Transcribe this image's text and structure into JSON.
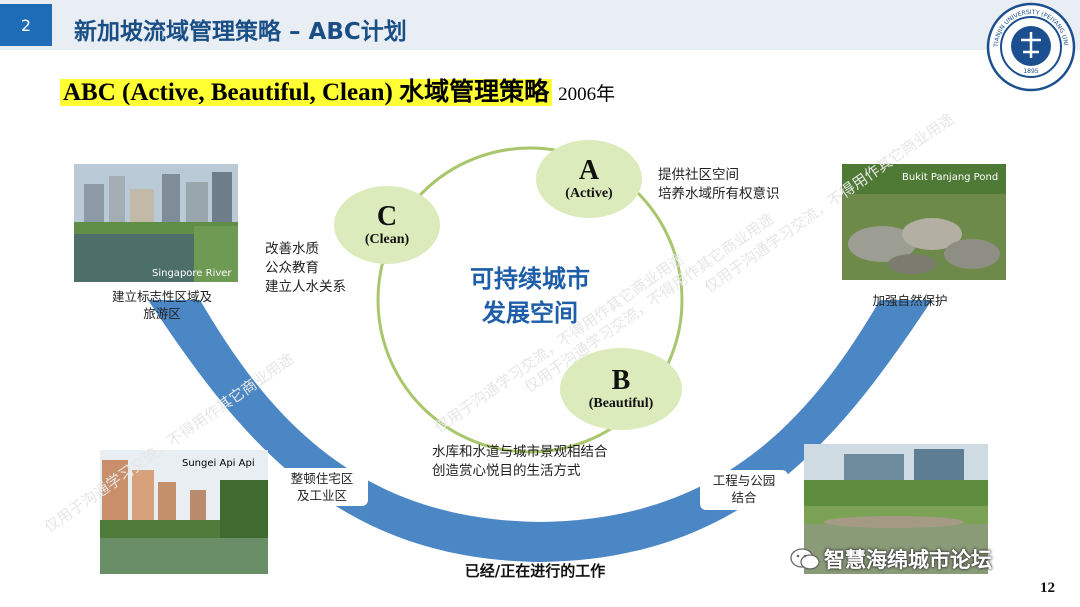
{
  "header": {
    "slide_number": "2",
    "title": "新加坡流域管理策略 – ABC计划"
  },
  "logo": {
    "text": "TIANJIN UNIVERSITY (PEIYANG UNIVERSITY)",
    "year": "1895",
    "icon": "tianjin-university-seal-icon"
  },
  "subtitle": {
    "highlight": "ABC (Active, Beautiful, Clean) 水域管理策略",
    "year": "2006年"
  },
  "center": {
    "line1": "可持续城市",
    "line2": "发展空间"
  },
  "bubbles": {
    "a": {
      "letter": "A",
      "word": "(Active)"
    },
    "b": {
      "letter": "B",
      "word": "(Beautiful)"
    },
    "c": {
      "letter": "C",
      "word": "(Clean)"
    }
  },
  "notes": {
    "a": [
      "提供社区空间",
      "培养水域所有权意识"
    ],
    "b": [
      "水库和水道与城市景观相结合",
      "创造赏心悦目的生活方式"
    ],
    "c": [
      "改善水质",
      "公众教育",
      "建立人水关系"
    ]
  },
  "photos": {
    "singapore_river": {
      "label": "Singapore River",
      "caption": [
        "建立标志性区域及",
        "旅游区"
      ]
    },
    "bukit_panjang": {
      "label": "Bukit Panjang Pond",
      "caption": [
        "加强自然保护"
      ]
    },
    "sungei_api_api": {
      "label": "Sungei Api Api",
      "caption": [
        "整顿住宅区",
        "及工业区"
      ]
    },
    "park": {
      "caption": [
        "工程与公园",
        "结合"
      ]
    }
  },
  "arc_label": "已经/正在进行的工作",
  "brand": {
    "icon": "wechat-icon",
    "text": "智慧海绵城市论坛"
  },
  "page_number": "12",
  "watermark": "仅用于沟通学习交流，不得用作其它商业用途",
  "colors": {
    "header_bg": "#e9eef4",
    "slide_box": "#1e6bb8",
    "title": "#1a4f86",
    "highlight": "#ffff33",
    "bubble": "#dcebbb",
    "arc": "#3d7dc0",
    "center_text": "#1e5ea8"
  }
}
